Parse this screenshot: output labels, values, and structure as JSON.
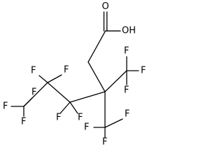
{
  "molecule": {
    "labels": {
      "carbonyl_oxygen": "O",
      "hydroxyl": "OH",
      "f1": "F",
      "f2": "F",
      "f3": "F",
      "f4": "F",
      "f5": "F",
      "f6": "F",
      "f7": "F",
      "f8": "F",
      "f9": "F",
      "f10": "F",
      "f11": "F",
      "f12": "F",
      "f13": "F"
    }
  }
}
